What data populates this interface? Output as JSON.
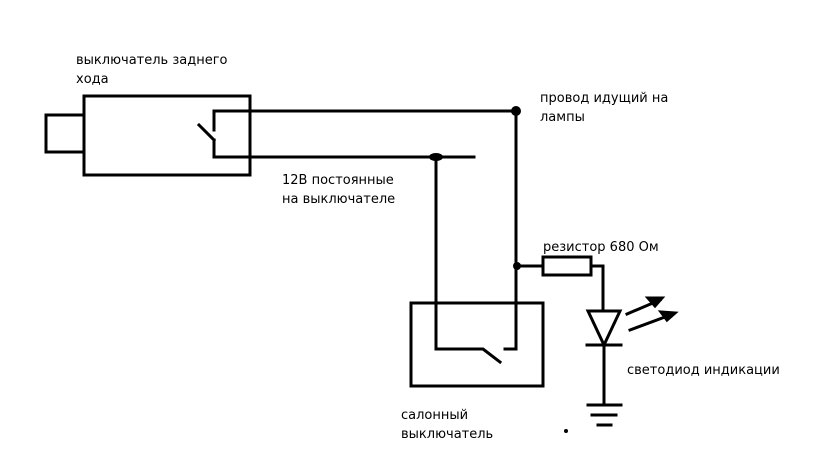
{
  "labels": {
    "reverse_switch_line1": "выключатель заднего",
    "reverse_switch_line2": "хода",
    "lamp_wire_line1": "провод идущий на",
    "lamp_wire_line2": "лампы",
    "constant_12v_line1": "12В постоянные",
    "constant_12v_line2": "на выключателе",
    "resistor": "резистор 680 Ом",
    "led": "светодиод индикации",
    "cabin_switch_line1": "салонный",
    "cabin_switch_line2": "выключатель"
  },
  "colors": {
    "ink": "#000000",
    "background": "#ffffff"
  }
}
